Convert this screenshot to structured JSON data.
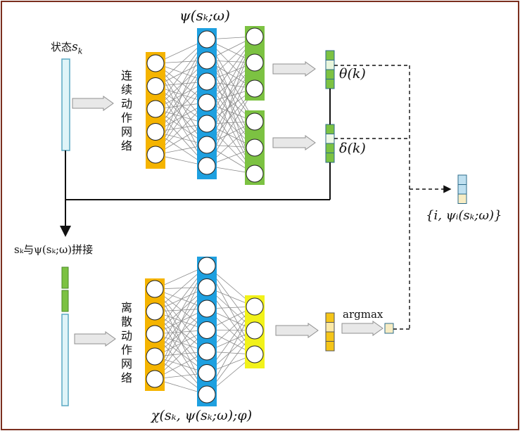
{
  "state_label": "状态",
  "state_symbol": "s",
  "state_sub": "k",
  "continuous_network_label": "连续动作网络",
  "discrete_network_label": "离散动作网络",
  "psi_label": "ψ(sₖ;ω)",
  "theta_label": "θ(k)",
  "delta_label": "δ(k)",
  "output_set_label": "{i, ψᵢ(sₖ;ω)}",
  "concat_label": "sₖ与ψ(sₖ;ω)拼接",
  "chi_label": "χ(sₖ, ψ(sₖ;ω);φ)",
  "argmax_label": "argmax",
  "colors": {
    "state_bar": "#dff4f8",
    "state_bar_border": "#5aa9c3",
    "input_layer": "#f5b400",
    "hidden_layer": "#1ea0e0",
    "output_layer_cont": "#7cc242",
    "output_layer_disc": "#f2f21a",
    "arrow_fill": "#e8e8e8",
    "frame": "#7a2e1e"
  }
}
